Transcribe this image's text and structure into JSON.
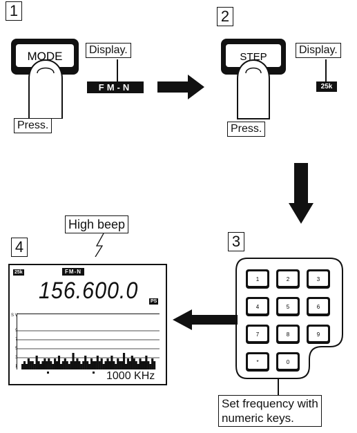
{
  "steps": {
    "s1": {
      "number": "1",
      "button": "MODE",
      "press": "Press.",
      "display_label": "Display.",
      "display_value": "FM-N"
    },
    "s2": {
      "number": "2",
      "button": "STEP",
      "press": "Press.",
      "display_label": "Display.",
      "display_value": "25k"
    },
    "s3": {
      "number": "3",
      "instruction_line1": "Set frequency with",
      "instruction_line2": "numeric keys."
    },
    "s4": {
      "number": "4",
      "beep": "High beep"
    }
  },
  "keypad": {
    "keys": [
      "1",
      "2",
      "3",
      "4",
      "5",
      "6",
      "7",
      "8",
      "9",
      "*",
      "0"
    ]
  },
  "lcd": {
    "step_badge": "25k",
    "mode_badge": "FM-N",
    "frequency": "156.600.0",
    "ps_badge": "PS",
    "scale_top": "S V",
    "scale_labels": [
      "9",
      "7",
      "5",
      "3",
      "1"
    ],
    "span": "1000 KHz",
    "bar_levels": [
      2,
      3,
      2,
      4,
      3,
      3,
      2,
      5,
      3,
      2,
      3,
      4,
      3,
      4,
      3,
      2,
      4,
      3,
      5,
      2,
      3,
      4,
      3,
      2,
      3,
      6,
      3,
      4,
      3,
      2,
      3,
      5,
      3,
      2,
      4,
      3,
      3,
      5,
      3,
      4,
      2,
      3,
      4,
      3,
      5,
      3,
      2,
      4,
      3,
      3,
      6,
      2,
      4,
      3,
      5,
      4,
      3,
      2,
      4,
      3,
      3,
      5,
      3,
      2,
      4,
      3
    ]
  }
}
